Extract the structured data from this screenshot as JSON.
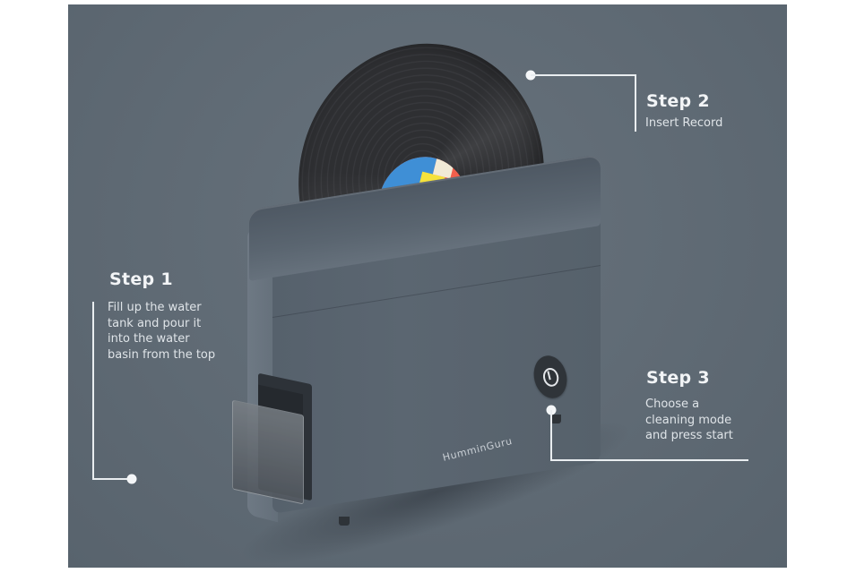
{
  "product": {
    "brand": "HumminGuru"
  },
  "steps": [
    {
      "title": "Step 1",
      "description": "Fill up the water\ntank and pour it\ninto the water\nbasin from the top"
    },
    {
      "title": "Step 2",
      "description": "Insert Record"
    },
    {
      "title": "Step 3",
      "description": "Choose a\ncleaning mode\nand press start"
    }
  ],
  "colors": {
    "background": "#5f6a74",
    "device_body": "#57626d",
    "leader_line": "#e9edf0",
    "text": "#f2f4f6",
    "record_label_blue": "#3f8fd6",
    "record_label_red": "#f25f4c",
    "record_label_yellow": "#f5e23c"
  }
}
